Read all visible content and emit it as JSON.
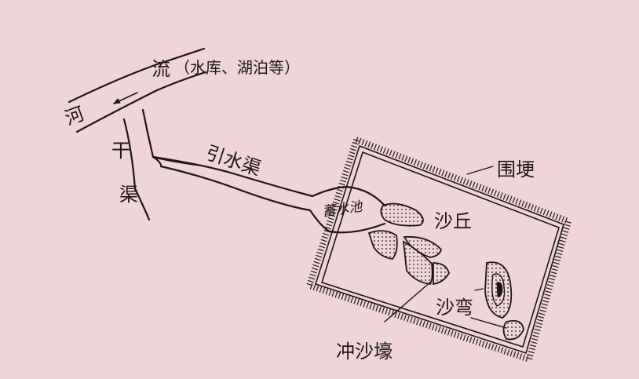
{
  "labels": {
    "river_he": "河",
    "river_liu": "流",
    "river_note": "（水库、湖泊等）",
    "main_canal_gan": "干",
    "main_canal_qu": "渠",
    "intake_canal": "引水渠",
    "reservoir": "蓄水池",
    "dune": "沙丘",
    "embankment": "围埂",
    "sand_bend": "沙弯",
    "flush_trench": "冲沙壕"
  },
  "colors": {
    "background": "#efd4d8",
    "ink": "#1d1618"
  }
}
